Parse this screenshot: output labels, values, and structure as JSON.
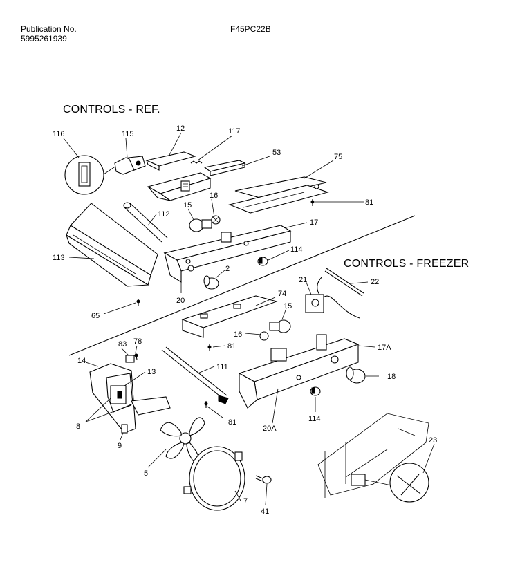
{
  "header": {
    "publication_label": "Publication No.",
    "publication_number": "5995261939",
    "model": "F45PC22B"
  },
  "sections": {
    "ref_title": "CONTROLS - REF.",
    "freezer_title": "CONTROLS - FREEZER"
  },
  "callouts": [
    "116",
    "115",
    "12",
    "117",
    "53",
    "75",
    "81",
    "16",
    "15",
    "112",
    "17",
    "113",
    "114",
    "2",
    "20",
    "65",
    "74",
    "21",
    "22",
    "15",
    "16",
    "81",
    "17A",
    "83",
    "78",
    "14",
    "13",
    "111",
    "18",
    "8",
    "81",
    "20A",
    "114",
    "9",
    "5",
    "7",
    "41",
    "23"
  ]
}
